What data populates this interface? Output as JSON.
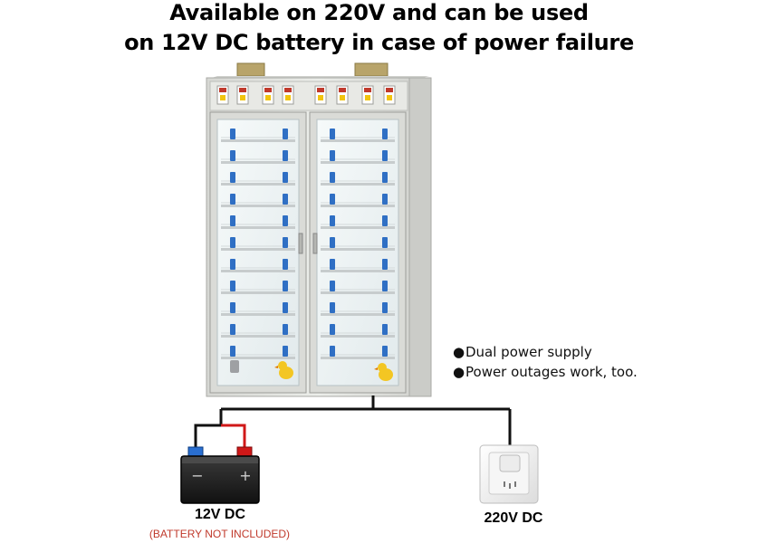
{
  "heading": {
    "line1": "Available on 220V and can be used",
    "line2": "on 12V DC battery in case of power failure"
  },
  "features": [
    "Dual power supply",
    "Power outages work, too."
  ],
  "battery": {
    "label": "12V DC",
    "note": "(BATTERY NOT INCLUDED)",
    "minus_symbol": "−",
    "plus_symbol": "+"
  },
  "socket": {
    "label": "220V DC"
  },
  "colors": {
    "wire_main": "#111111",
    "wire_positive": "#d01818",
    "cabinet_body": "#e4e5e2",
    "glass": "#eef3f4",
    "egg_holder": "#2f6fc4",
    "note_red": "#c0392b"
  },
  "icons": [
    "incubator-cabinet",
    "car-battery-icon",
    "wall-socket-icon",
    "chick-icon",
    "thermostat-icon"
  ]
}
